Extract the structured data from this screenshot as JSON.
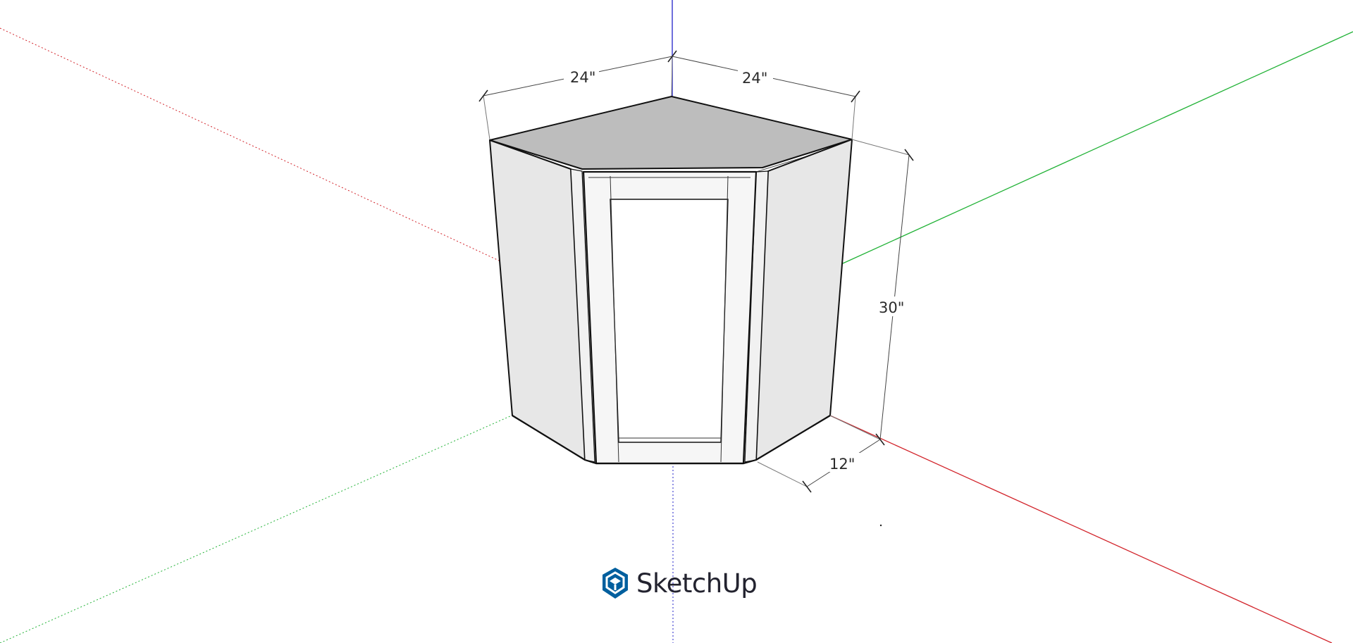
{
  "viewport": {
    "dimensions": {
      "top_left": "24\"",
      "top_right": "24\"",
      "height": "30\"",
      "depth": "12\""
    },
    "axis_colors": {
      "red": "#d2232a",
      "green": "#21b236",
      "blue": "#2020c8"
    },
    "model": {
      "top_color": "#bdbdbd",
      "side_color": "#e8e8e8",
      "edge_color": "#111111"
    }
  },
  "branding": {
    "logo_text": "SketchUp",
    "logo_icon": "sketchup-logo-icon",
    "logo_color": "#005f9e"
  }
}
